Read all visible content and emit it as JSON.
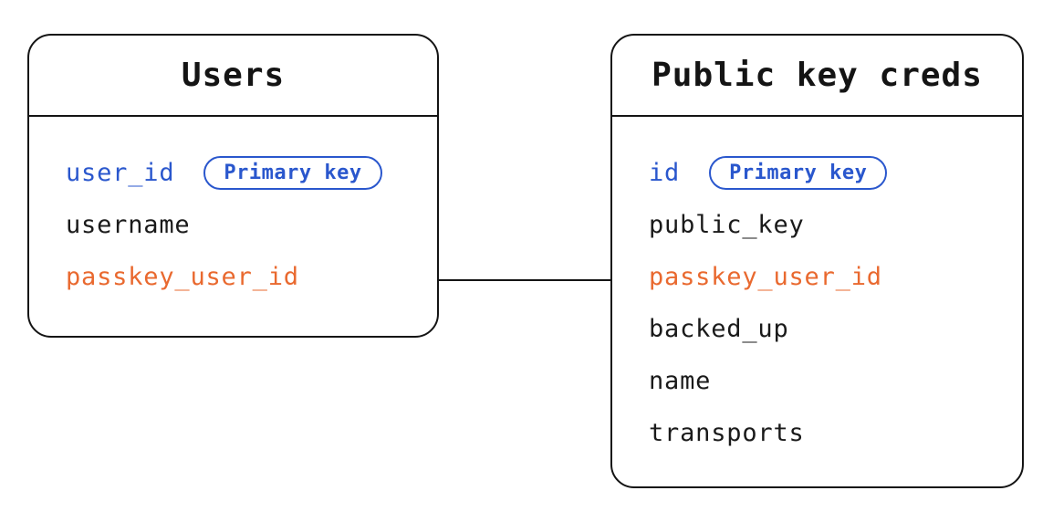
{
  "colors": {
    "blue": "#2a57cd",
    "orange": "#e9692f",
    "stroke": "#141414",
    "background": "#ffffff"
  },
  "tables": [
    {
      "id": "users",
      "title": "Users",
      "fields": [
        {
          "name": "user_id",
          "style": "blue",
          "badge": "Primary key"
        },
        {
          "name": "username",
          "style": "black"
        },
        {
          "name": "passkey_user_id",
          "style": "orange"
        }
      ]
    },
    {
      "id": "public-key-creds",
      "title": "Public key creds",
      "fields": [
        {
          "name": "id",
          "style": "blue",
          "badge": "Primary key"
        },
        {
          "name": "public_key",
          "style": "black"
        },
        {
          "name": "passkey_user_id",
          "style": "orange"
        },
        {
          "name": "backed_up",
          "style": "black"
        },
        {
          "name": "name",
          "style": "black"
        },
        {
          "name": "transports",
          "style": "black"
        }
      ]
    }
  ],
  "connector": {
    "from_table": "Users",
    "from_field": "passkey_user_id",
    "to_table": "Public key creds",
    "to_field": "passkey_user_id"
  }
}
